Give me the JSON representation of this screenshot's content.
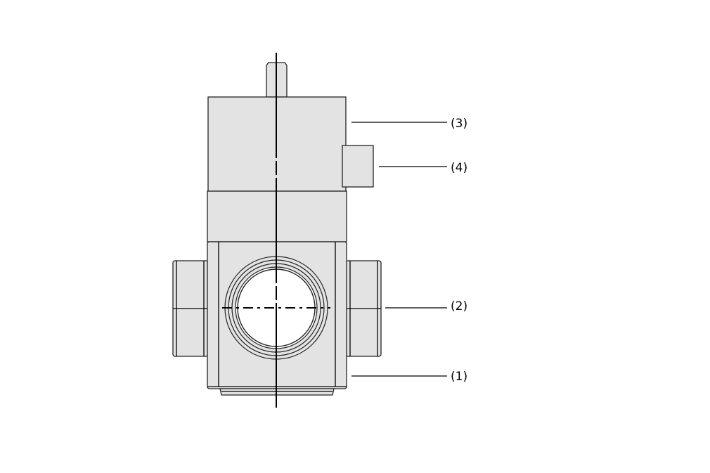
{
  "diagram": {
    "callouts": [
      {
        "id": "3",
        "label": "(3)"
      },
      {
        "id": "4",
        "label": "(4)"
      },
      {
        "id": "2",
        "label": "(2)"
      },
      {
        "id": "1",
        "label": "(1)"
      }
    ],
    "colors": {
      "fill": "#e3e3e3",
      "stroke": "#222222"
    }
  }
}
